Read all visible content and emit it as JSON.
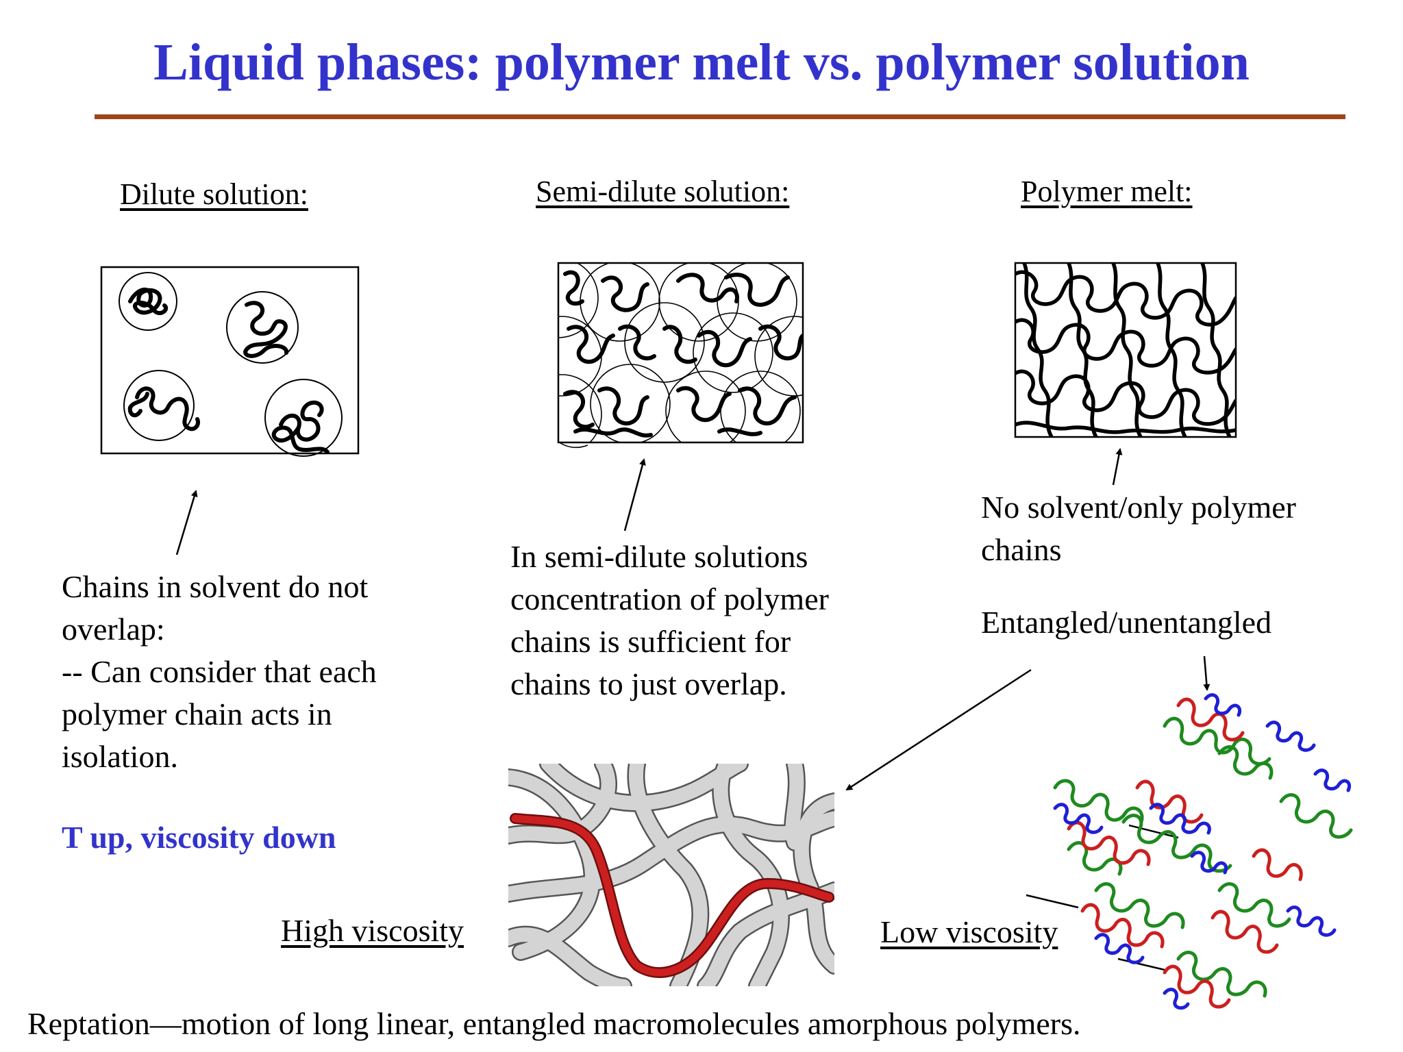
{
  "title": "Liquid phases: polymer melt vs. polymer solution",
  "colors": {
    "title": "#3333cc",
    "rule": "#a0451b",
    "chain_red": "#cc1f1f",
    "chain_green": "#1f8a1f",
    "chain_blue": "#1f1fd6",
    "chain_gray": "#c8c8c8"
  },
  "panels": {
    "dilute": {
      "heading": "Dilute solution:"
    },
    "semidilute": {
      "heading": "Semi-dilute solution:"
    },
    "melt": {
      "heading": "Polymer melt:"
    }
  },
  "notes": {
    "dilute": [
      "Chains in solvent do not",
      "overlap:",
      "-- Can consider that each",
      "polymer chain acts in",
      "isolation."
    ],
    "semidilute": [
      "In semi-dilute solutions",
      "concentration of polymer",
      "chains is sufficient for",
      "chains to just overlap."
    ],
    "melt": [
      "No solvent/only polymer",
      "chains"
    ],
    "entangled": "Entangled/unentangled",
    "temperature": "T up, viscosity down"
  },
  "labels": {
    "high_viscosity": "High viscosity",
    "low_viscosity": "Low viscosity"
  },
  "footer": "Reptation—motion of long linear, entangled macromolecules amorphous polymers."
}
